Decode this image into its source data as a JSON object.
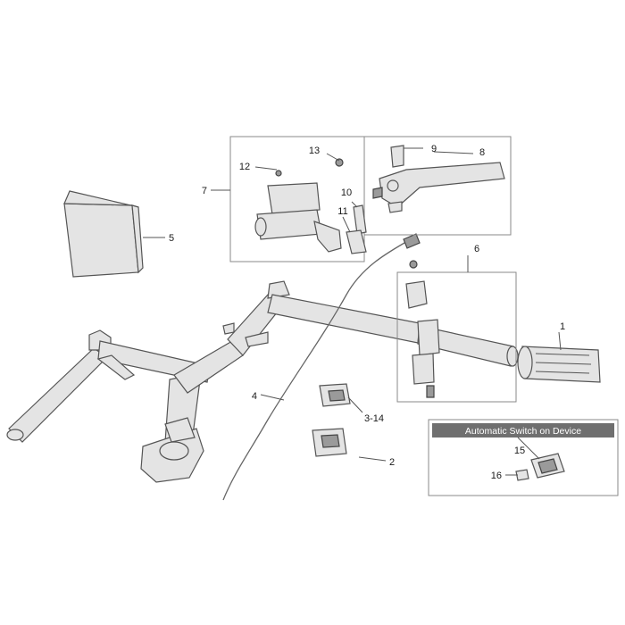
{
  "labels": {
    "p1": "1",
    "p2": "2",
    "p3_14": "3-14",
    "p4": "4",
    "p5": "5",
    "p6": "6",
    "p7": "7",
    "p8": "8",
    "p9": "9",
    "p10": "10",
    "p11": "11",
    "p12": "12",
    "p13": "13",
    "p15": "15",
    "p16": "16"
  },
  "inset": {
    "title": "Automatic Switch on Device"
  },
  "colors": {
    "line": "#555555",
    "part_fill": "#e4e4e4",
    "banner_fill": "#6f6f6f",
    "banner_text": "#ffffff"
  }
}
